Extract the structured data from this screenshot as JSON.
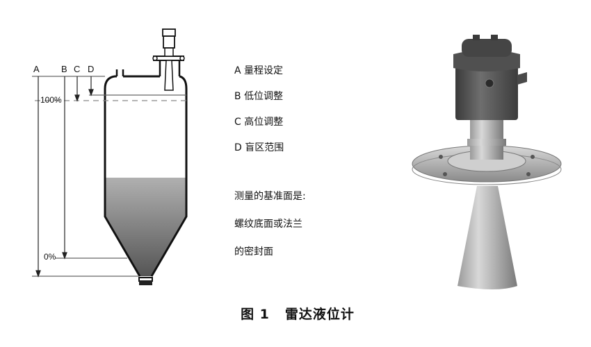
{
  "figure": {
    "caption_prefix": "图 1",
    "caption_title": "雷达液位计"
  },
  "diagram": {
    "axis_letters": [
      "A",
      "B",
      "C",
      "D"
    ],
    "level_labels": {
      "full": "100%",
      "empty": "0%"
    },
    "legend": [
      {
        "key": "A",
        "text": "量程设定"
      },
      {
        "key": "B",
        "text": "低位调整"
      },
      {
        "key": "C",
        "text": "高位调整"
      },
      {
        "key": "D",
        "text": "盲区范围"
      }
    ],
    "note": [
      "测量的基准面是:",
      "螺纹底面或法兰",
      "的密封面"
    ]
  },
  "colors": {
    "line": "#111111",
    "liquid_top": "#a8a8a8",
    "liquid_bottom": "#5a5a5a",
    "guide_line": "#888888"
  }
}
